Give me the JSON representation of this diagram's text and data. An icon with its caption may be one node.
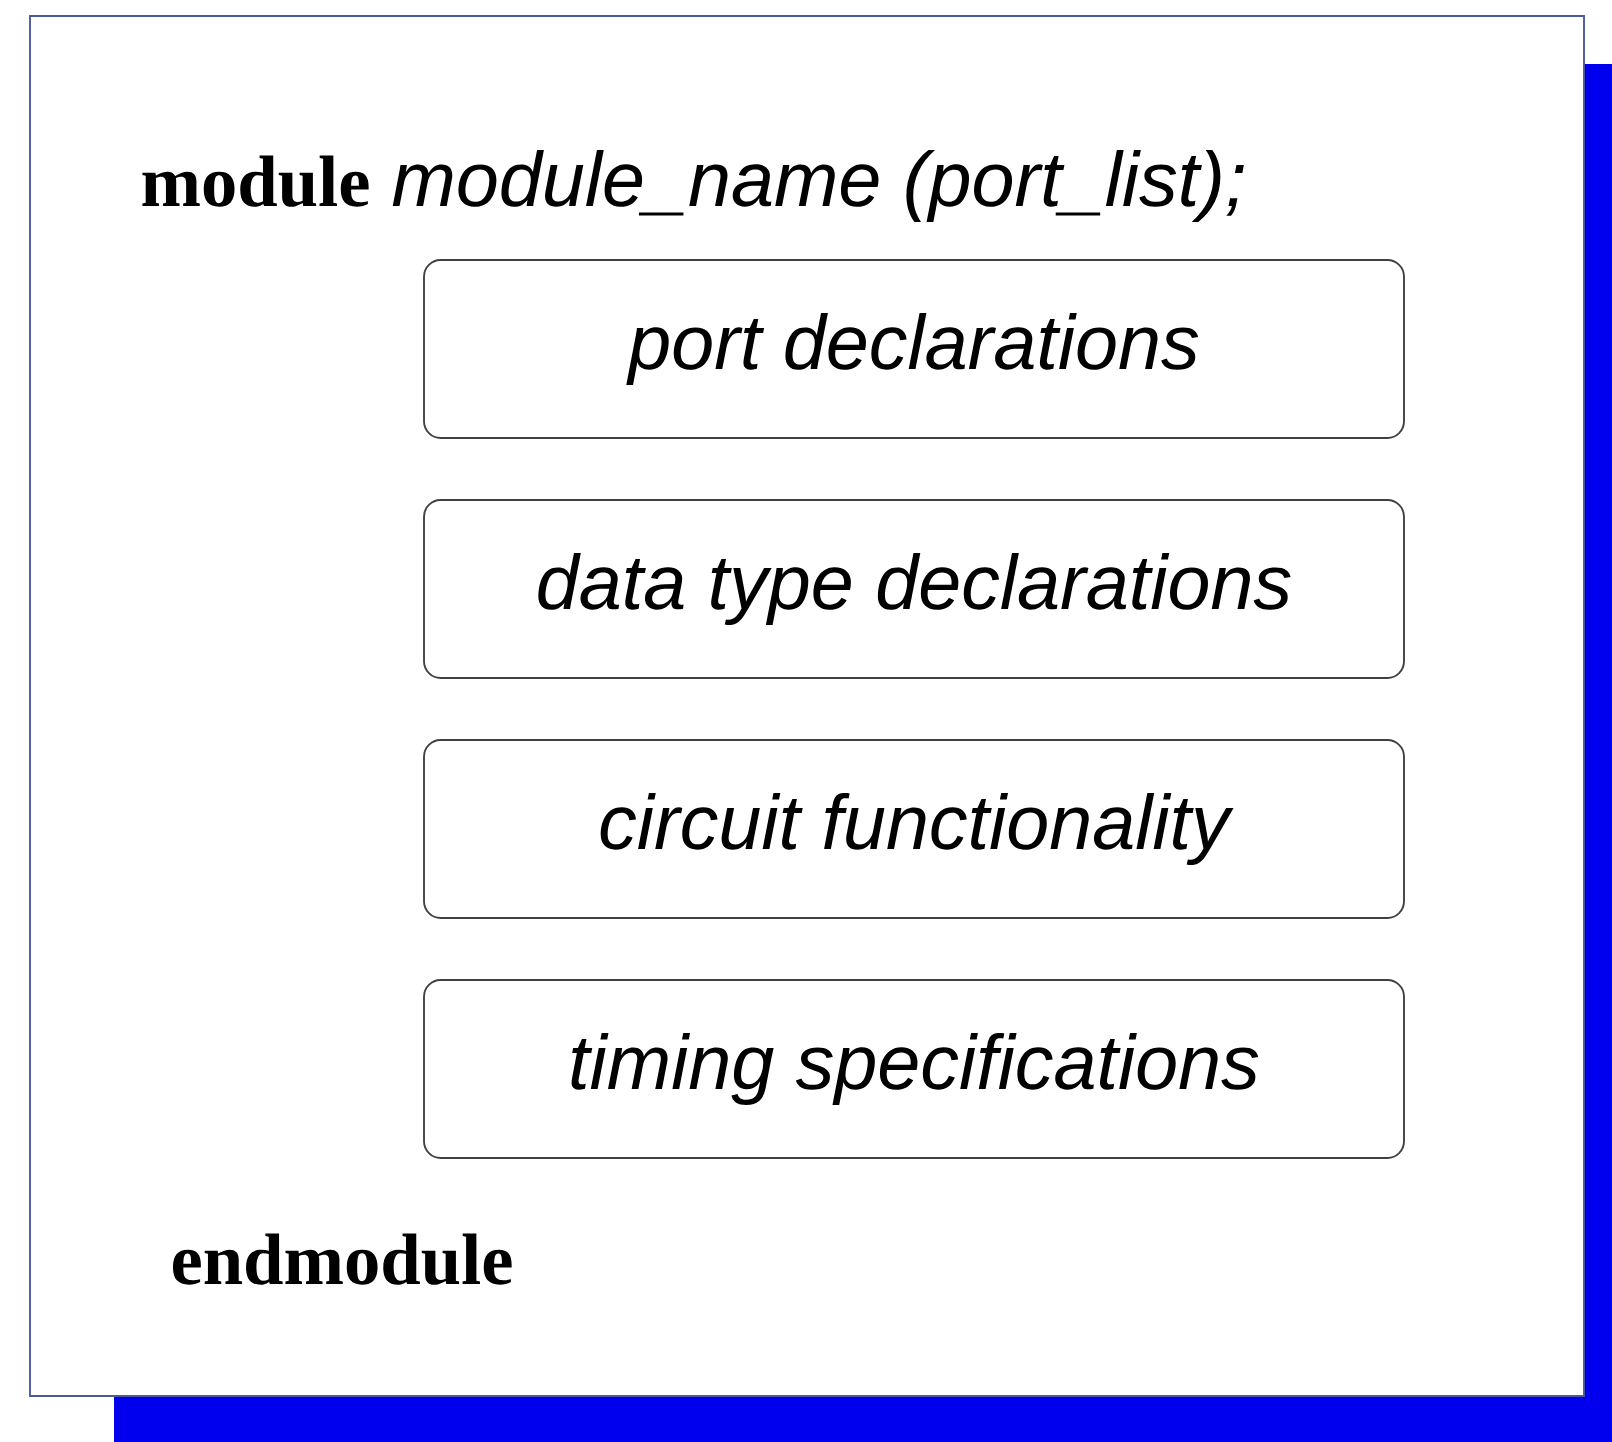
{
  "diagram": {
    "nodes": [
      {
        "text": [
          "module",
          "module_name (port_list);",
          "endmodule"
        ]
      },
      {
        "text": [
          "port declarations"
        ],
        "in": 0
      },
      {
        "text": [
          "data type declarations"
        ],
        "in": 0
      },
      {
        "text": [
          "circuit functionality"
        ],
        "in": 0
      },
      {
        "text": [
          "timing specifications"
        ],
        "in": 0
      }
    ],
    "edges": []
  }
}
